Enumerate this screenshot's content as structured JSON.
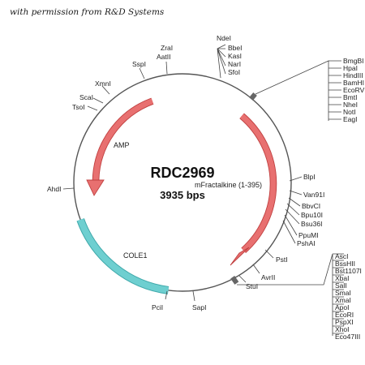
{
  "credit": "with permission from R&D Systems",
  "plasmid": {
    "name": "RDC2969",
    "size": "3935 bps"
  },
  "features": {
    "insert": "mFractalkine (1-395)",
    "amp": "AMP",
    "ori": "COLE1"
  },
  "colors": {
    "arrow": "#e87070",
    "arrow_edge": "#c04040",
    "ori": "#6ecfd0",
    "ori_edge": "#3fa8aa",
    "backbone": "#555555"
  },
  "sites": {
    "top": [
      "ZraI",
      "AatII",
      "SspI",
      "XmnI",
      "ScaI",
      "TsoI",
      "AhdI",
      "PciI",
      "SapI",
      "NdeI",
      "BbeI",
      "KasI",
      "NarI",
      "SfoI"
    ],
    "mcs1": [
      "BmgBI",
      "HpaI",
      "HindIII",
      "BamHI",
      "EcoRV",
      "BmtI",
      "NheI",
      "NotI",
      "EagI"
    ],
    "mid": [
      "BlpI",
      "Van91I",
      "BbvCI",
      "Bpu10I",
      "Bsu36I",
      "PpuMI",
      "PshAI",
      "PstI",
      "AvrII",
      "StuI"
    ],
    "mcs2": [
      "AscI",
      "BssHII",
      "Bst1107I",
      "XbaI",
      "SalI",
      "SmaI",
      "XmaI",
      "ApoI",
      "EcoRI",
      "PspXI",
      "XhoI",
      "Eco47III"
    ]
  }
}
